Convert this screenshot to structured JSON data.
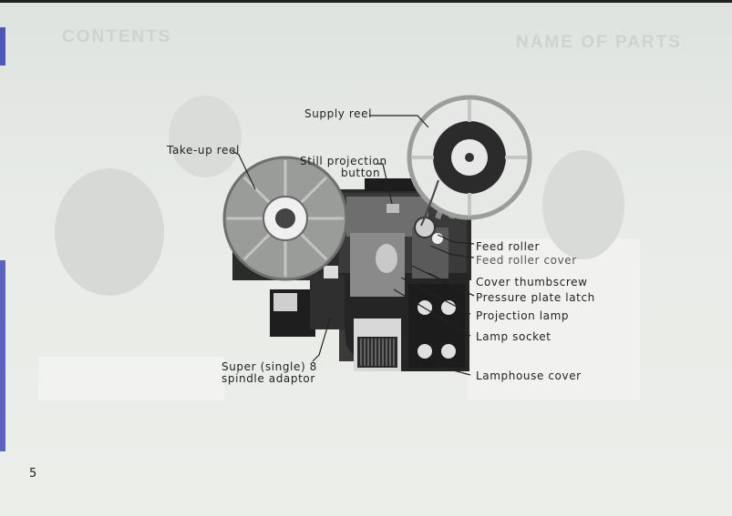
{
  "page_number": "5",
  "labels": {
    "supply_reel": "Supply   reel",
    "take_up_reel": "Take-up reel",
    "still_projection_line1": "Still projection",
    "still_projection_line2": "button",
    "feed_roller": "Feed roller",
    "feed_roller_cover": "Feed roller cover",
    "cover_thumbscrew": "Cover thumbscrew",
    "pressure_plate_latch": "Pressure plate latch",
    "projection_lamp": "Projection lamp",
    "lamp_socket": "Lamp socket",
    "lamphouse_cover": "Lamphouse cover",
    "spindle_line1": "Super (single) 8",
    "spindle_line2": "spindle adaptor"
  },
  "ghost_text": {
    "left_heading": "CONTENTS",
    "right_heading": "NAME OF PARTS"
  },
  "colors": {
    "accent_edge": "#4d57b8",
    "projector_body": "#2a2a2a",
    "reel_gray": "#9a9d9a"
  }
}
